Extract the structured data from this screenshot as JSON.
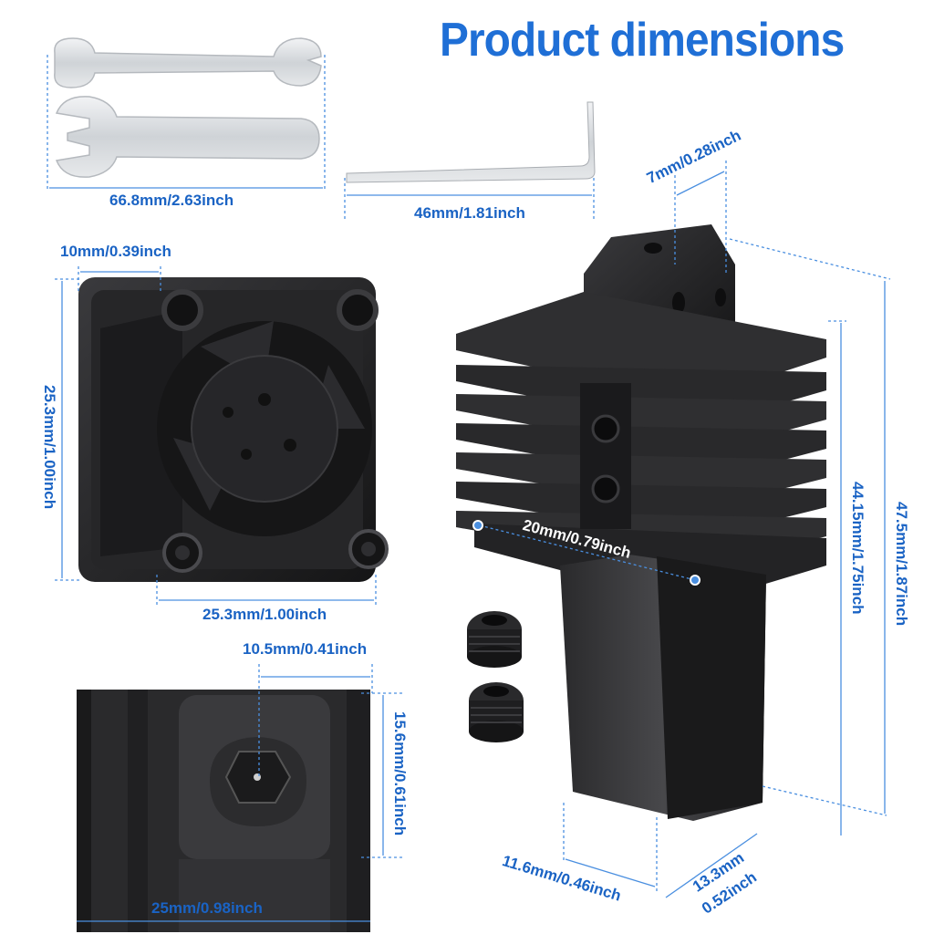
{
  "title": "Product dimensions",
  "colors": {
    "accent": "#1f6fd6",
    "dimension_line": "#4a8fe0",
    "part_dark": "#1c1c1e",
    "wrench": "#d6d9dc"
  },
  "labels": {
    "wrench_width": "66.8mm/2.63inch",
    "hex_key_length": "46mm/1.81inch",
    "fan_mount_offset": "10mm/0.39inch",
    "fan_height": "25.3mm/1.00inch",
    "fan_width": "25.3mm/1.00inch",
    "heatsink_top_block": "7mm/0.28inch",
    "heatsink_hole_spacing": "20mm/0.79inch",
    "heatsink_height_inner": "44.15mm/1.75inch",
    "heatsink_height_total": "47.5mm/1.87inch",
    "nozzle_offset": "10.5mm/0.41inch",
    "hotend_depth": "15.6mm/0.61inch",
    "hotend_width": "25mm/0.98inch",
    "heater_block_width": "11.6mm/0.46inch",
    "heater_block_depth_mm": "13.3mm",
    "heater_block_depth_in": "0.52inch"
  }
}
